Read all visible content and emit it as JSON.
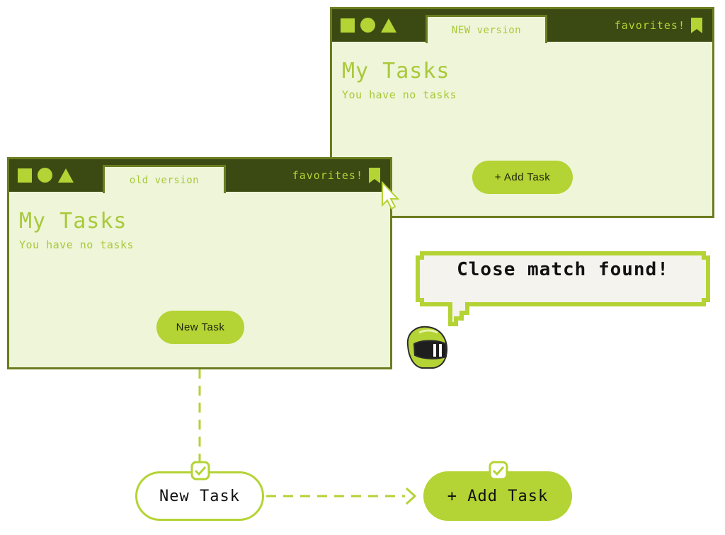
{
  "colors": {
    "accent": "#b4d334",
    "dark": "#3b4a12",
    "border": "#6b7d1f",
    "panel": "#eef5d8",
    "text_light": "#a9c93a"
  },
  "new_window": {
    "tab_label": "NEW version",
    "favorites_label": "favorites!",
    "title": "My Tasks",
    "subtitle": "You have no tasks",
    "button_label": "+ Add Task"
  },
  "old_window": {
    "tab_label": "old version",
    "favorites_label": "favorites!",
    "title": "My Tasks",
    "subtitle": "You have no tasks",
    "button_label": "New Task"
  },
  "speech_bubble": {
    "text": "Close match found!"
  },
  "flow": {
    "old_pill_label": "New Task",
    "new_pill_label": "+ Add Task"
  },
  "icons": [
    "square-icon",
    "circle-icon",
    "triangle-icon",
    "bookmark-icon",
    "cursor-icon",
    "helmet-icon",
    "check-badge-icon",
    "arrow-right-icon"
  ]
}
